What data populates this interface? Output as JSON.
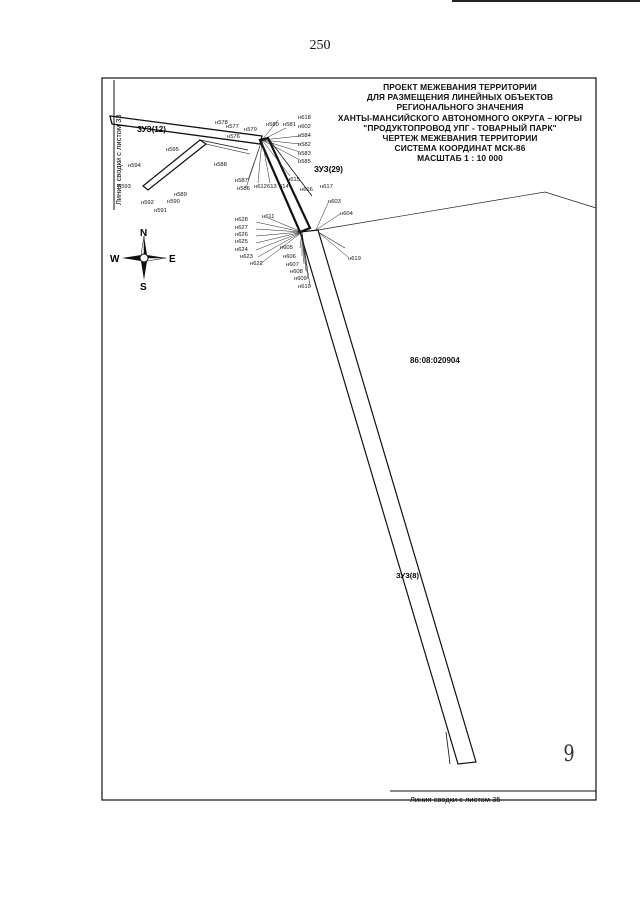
{
  "page_number": "250",
  "title": {
    "lines": [
      "ПРОЕКТ МЕЖЕВАНИЯ ТЕРРИТОРИИ",
      "ДЛЯ РАЗМЕЩЕНИЯ ЛИНЕЙНЫХ ОБЪЕКТОВ",
      "РЕГИОНАЛЬНОГО ЗНАЧЕНИЯ",
      "ХАНТЫ-МАНСИЙСКОГО АВТОНОМНОГО ОКРУГА – ЮГРЫ",
      "\"ПРОДУКТОПРОВОД УПГ - ТОВАРНЫЙ ПАРК\"",
      "ЧЕРТЕЖ МЕЖЕВАНИЯ ТЕРРИТОРИИ",
      "СИСТЕМА КООРДИНАТ МСК-86",
      "МАСШТАБ 1 : 10 000"
    ]
  },
  "match_lines": {
    "left": "Линия сводки с листом 33",
    "bottom": "Линия сводки с листом 35"
  },
  "zones": {
    "zu12": "ЗУЗ(12)",
    "zu29": "ЗУЗ(29)",
    "zu8": "ЗУЗ(8)"
  },
  "parcel_id": "86:08:020904",
  "compass": {
    "n": "N",
    "s": "S",
    "w": "W",
    "e": "E"
  },
  "signature": "9",
  "point_labels": {
    "p578": "н578",
    "p577": "н577",
    "p576": "н576",
    "p579": "н579",
    "p595": "н595",
    "p594": "н594",
    "p593": "н593",
    "p592": "н592",
    "p591": "н591",
    "p590": "н590",
    "p589": "н589",
    "p588": "н588",
    "p587": "н587",
    "p586": "н586",
    "p612": "н612",
    "p613": "613",
    "p614": "614",
    "p615": "н615",
    "p616": "н616",
    "p617": "н617",
    "p580": "н580",
    "p581": "н581",
    "p618": "н618",
    "p602": "н602",
    "p584": "н584",
    "p582": "н582",
    "p583": "н583",
    "p585": "н585",
    "p603": "н603",
    "p604": "н604",
    "p611": "н611",
    "p628": "н628",
    "p627": "н627",
    "p626": "н626",
    "p625": "н625",
    "p624": "н624",
    "p623": "н623",
    "p622": "н622",
    "p605": "н605",
    "p606": "н606",
    "p607": "н607",
    "p608": "н608",
    "p609": "н609",
    "p610": "н610",
    "p619": "н619"
  }
}
